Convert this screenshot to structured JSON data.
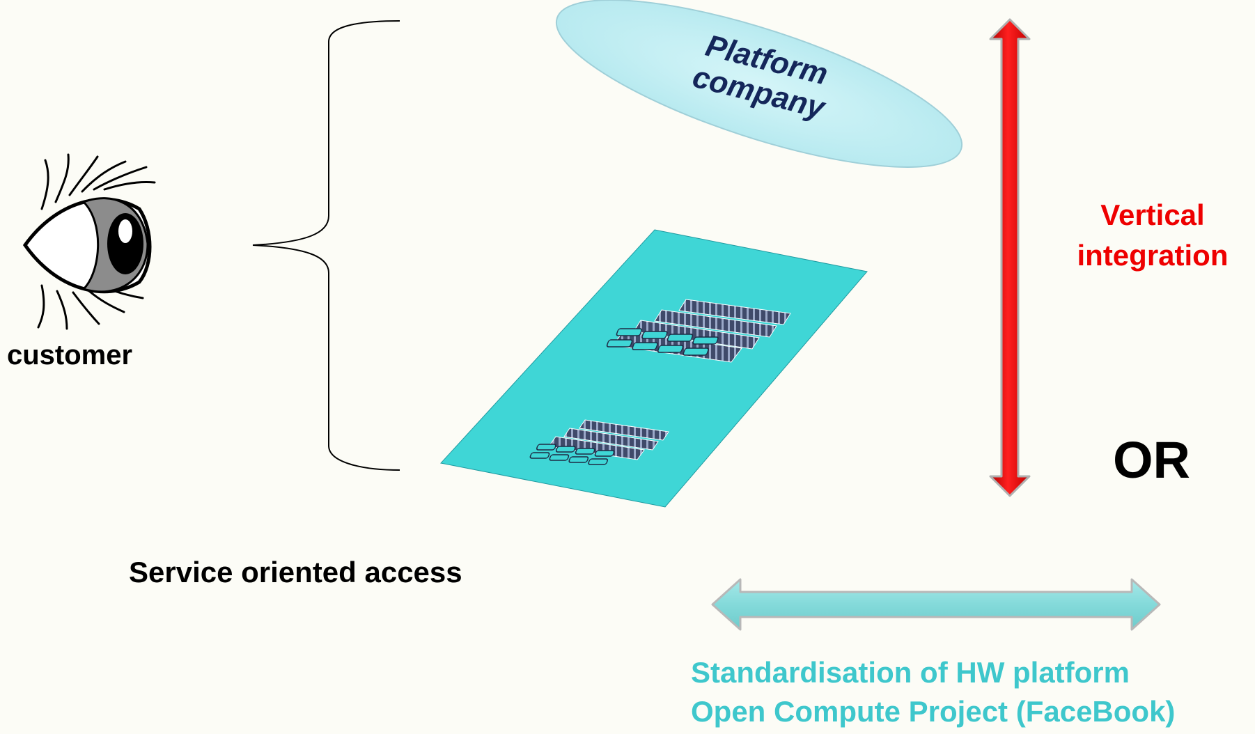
{
  "customer": {
    "label": "customer",
    "icon": "eye-icon"
  },
  "platform": {
    "line1": "Platform",
    "line2": "company"
  },
  "service": {
    "label": "Service oriented access"
  },
  "vertical": {
    "line1": "Vertical",
    "line2": "integration",
    "color": "#ee0000"
  },
  "or_label": "OR",
  "standardisation": {
    "line1": "Standardisation of HW platform",
    "line2": "Open Compute Project (FaceBook)",
    "color": "#3ec7cc"
  },
  "colors": {
    "background": "#fcfcf6",
    "ellipse_fill": "#c3eef2",
    "board_fill": "#3fd6d6",
    "horizontal_arrow": "#8fdcdc"
  }
}
